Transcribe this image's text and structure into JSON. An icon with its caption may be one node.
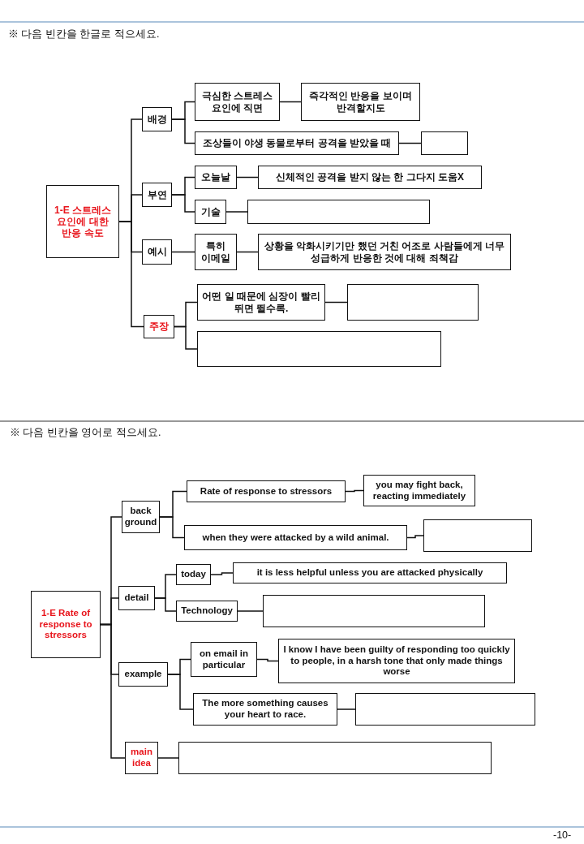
{
  "diagram": {
    "nodes": [
      {
        "text": [
          "1-E 스트레스 요인에 대한 반응 속도"
        ]
      },
      {
        "text": [
          "배경"
        ]
      },
      {
        "text": [
          "극심한 스트레스 요인에 직면"
        ]
      },
      {
        "text": [
          "즉각적인 반응을 보이며 반격할지도"
        ]
      },
      {
        "text": [
          "조상들이 야생 동물로부터 공격을 받았을 때"
        ]
      },
      {
        "text": [],
        "shape": "box"
      },
      {
        "text": [
          "부연"
        ]
      },
      {
        "text": [
          "오늘날"
        ]
      },
      {
        "text": [
          "신체적인 공격을 받지 않는 한 그다지 도움X"
        ]
      },
      {
        "text": [
          "기술"
        ]
      },
      {
        "text": [],
        "shape": "box"
      },
      {
        "text": [
          "예시"
        ]
      },
      {
        "text": [
          "특히 이메일"
        ]
      },
      {
        "text": [
          "상황을 악화시키기만 했던 거친 어조로 사람들에게 너무 성급하게 반응한 것에 대해 죄책감"
        ]
      },
      {
        "text": [
          "주장"
        ]
      },
      {
        "text": [
          "어떤 일 때문에 심장이 빨리 뛰면 뛸수록."
        ]
      },
      {
        "text": [],
        "shape": "box"
      },
      {
        "text": [],
        "shape": "box"
      },
      {
        "text": [
          "1-E Rate of response to stressors"
        ]
      },
      {
        "text": [
          "back ground"
        ]
      },
      {
        "text": [
          "Rate of response to stressors"
        ]
      },
      {
        "text": [
          "you may fight back, reacting immediately"
        ]
      },
      {
        "text": [
          "when they were attacked by a wild animal."
        ]
      },
      {
        "text": [],
        "shape": "box"
      },
      {
        "text": [
          "detail"
        ]
      },
      {
        "text": [
          "today"
        ]
      },
      {
        "text": [
          "it is less helpful unless you are attacked physically"
        ]
      },
      {
        "text": [
          "Technology"
        ]
      },
      {
        "text": [],
        "shape": "box"
      },
      {
        "text": [
          "example"
        ]
      },
      {
        "text": [
          "on email in particular"
        ]
      },
      {
        "text": [
          "I know I have been guilty of responding too quickly to people, in a harsh tone that only made things worse"
        ]
      },
      {
        "text": [
          "The more something causes your heart to race."
        ]
      },
      {
        "text": [],
        "shape": "box"
      },
      {
        "text": [
          "main idea"
        ]
      },
      {
        "text": [],
        "shape": "box"
      }
    ],
    "edges": [
      {
        "from": 0,
        "to": 1,
        "arrow": "none"
      },
      {
        "from": 0,
        "to": 6,
        "arrow": "none"
      },
      {
        "from": 0,
        "to": 11,
        "arrow": "none"
      },
      {
        "from": 0,
        "to": 14,
        "arrow": "none"
      },
      {
        "from": 1,
        "to": 2,
        "arrow": "none"
      },
      {
        "from": 1,
        "to": 4,
        "arrow": "none"
      },
      {
        "from": 2,
        "to": 3,
        "arrow": "none"
      },
      {
        "from": 4,
        "to": 5,
        "arrow": "none"
      },
      {
        "from": 6,
        "to": 7,
        "arrow": "none"
      },
      {
        "from": 6,
        "to": 9,
        "arrow": "none"
      },
      {
        "from": 7,
        "to": 8,
        "arrow": "none"
      },
      {
        "from": 9,
        "to": 10,
        "arrow": "none"
      },
      {
        "from": 11,
        "to": 12,
        "arrow": "none"
      },
      {
        "from": 12,
        "to": 13,
        "arrow": "none"
      },
      {
        "from": 14,
        "to": 15,
        "arrow": "none"
      },
      {
        "from": 14,
        "to": 17,
        "arrow": "none"
      },
      {
        "from": 15,
        "to": 16,
        "arrow": "none"
      },
      {
        "from": 18,
        "to": 19,
        "arrow": "none"
      },
      {
        "from": 18,
        "to": 24,
        "arrow": "none"
      },
      {
        "from": 18,
        "to": 29,
        "arrow": "none"
      },
      {
        "from": 18,
        "to": 34,
        "arrow": "none"
      },
      {
        "from": 19,
        "to": 20,
        "arrow": "none"
      },
      {
        "from": 19,
        "to": 22,
        "arrow": "none"
      },
      {
        "from": 20,
        "to": 21,
        "arrow": "none"
      },
      {
        "from": 22,
        "to": 23,
        "arrow": "none"
      },
      {
        "from": 24,
        "to": 25,
        "arrow": "none"
      },
      {
        "from": 24,
        "to": 27,
        "arrow": "none"
      },
      {
        "from": 25,
        "to": 26,
        "arrow": "none"
      },
      {
        "from": 27,
        "to": 28,
        "arrow": "none"
      },
      {
        "from": 29,
        "to": 30,
        "arrow": "none"
      },
      {
        "from": 29,
        "to": 32,
        "arrow": "none"
      },
      {
        "from": 30,
        "to": 31,
        "arrow": "none"
      },
      {
        "from": 32,
        "to": 33,
        "arrow": "none"
      },
      {
        "from": 34,
        "to": 35,
        "arrow": "none"
      }
    ],
    "labels": [
      "※ 다음 빈칸을 한글로 적으세요.",
      "※ 다음 빈칸을 영어로 적으세요.",
      "-10-"
    ]
  }
}
